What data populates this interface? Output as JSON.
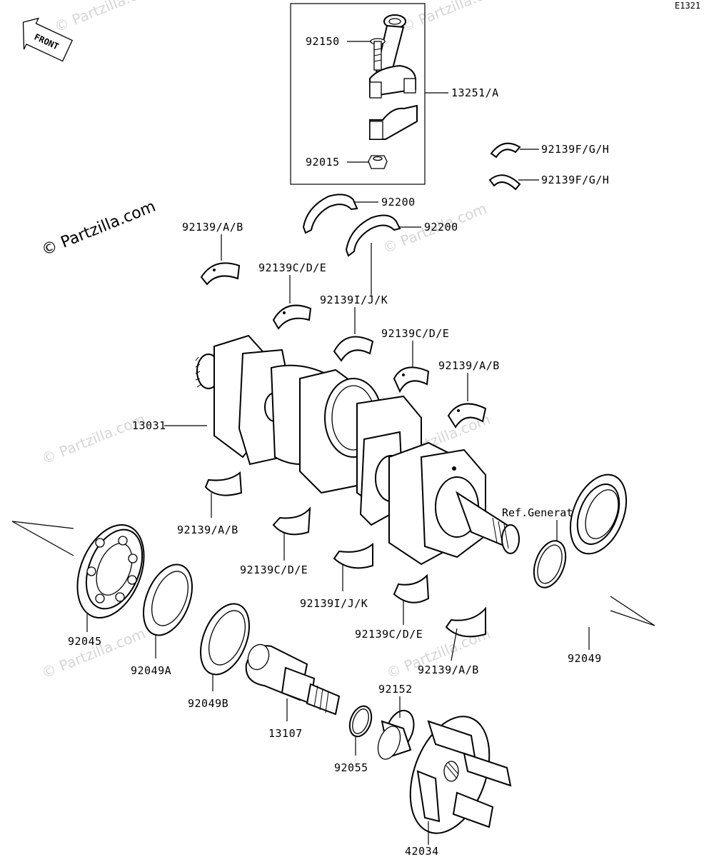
{
  "diagram_code": "E1321",
  "watermark": "© Partzilla.com",
  "front_label": "FRONT",
  "ref_generator": "Ref.Generator",
  "labels": {
    "p92150": "92150",
    "p13251": "13251/A",
    "p92015": "92015",
    "p92139fgh_1": "92139F/G/H",
    "p92139fgh_2": "92139F/G/H",
    "p92200_1": "92200",
    "p92200_2": "92200",
    "p92139ab_1": "92139/A/B",
    "p92139cde_1": "92139C/D/E",
    "p92139ijk_1": "92139I/J/K",
    "p92139cde_2": "92139C/D/E",
    "p92139ab_2": "92139/A/B",
    "p13031": "13031",
    "p92139ab_3": "92139/A/B",
    "p92139cde_3": "92139C/D/E",
    "p92139ijk_2": "92139I/J/K",
    "p92139cde_4": "92139C/D/E",
    "p92139ab_4": "92139/A/B",
    "p92045": "92045",
    "p92049A": "92049A",
    "p92049B": "92049B",
    "p13107": "13107",
    "p92152": "92152",
    "p92055": "92055",
    "p42034": "42034",
    "p92049": "92049"
  }
}
